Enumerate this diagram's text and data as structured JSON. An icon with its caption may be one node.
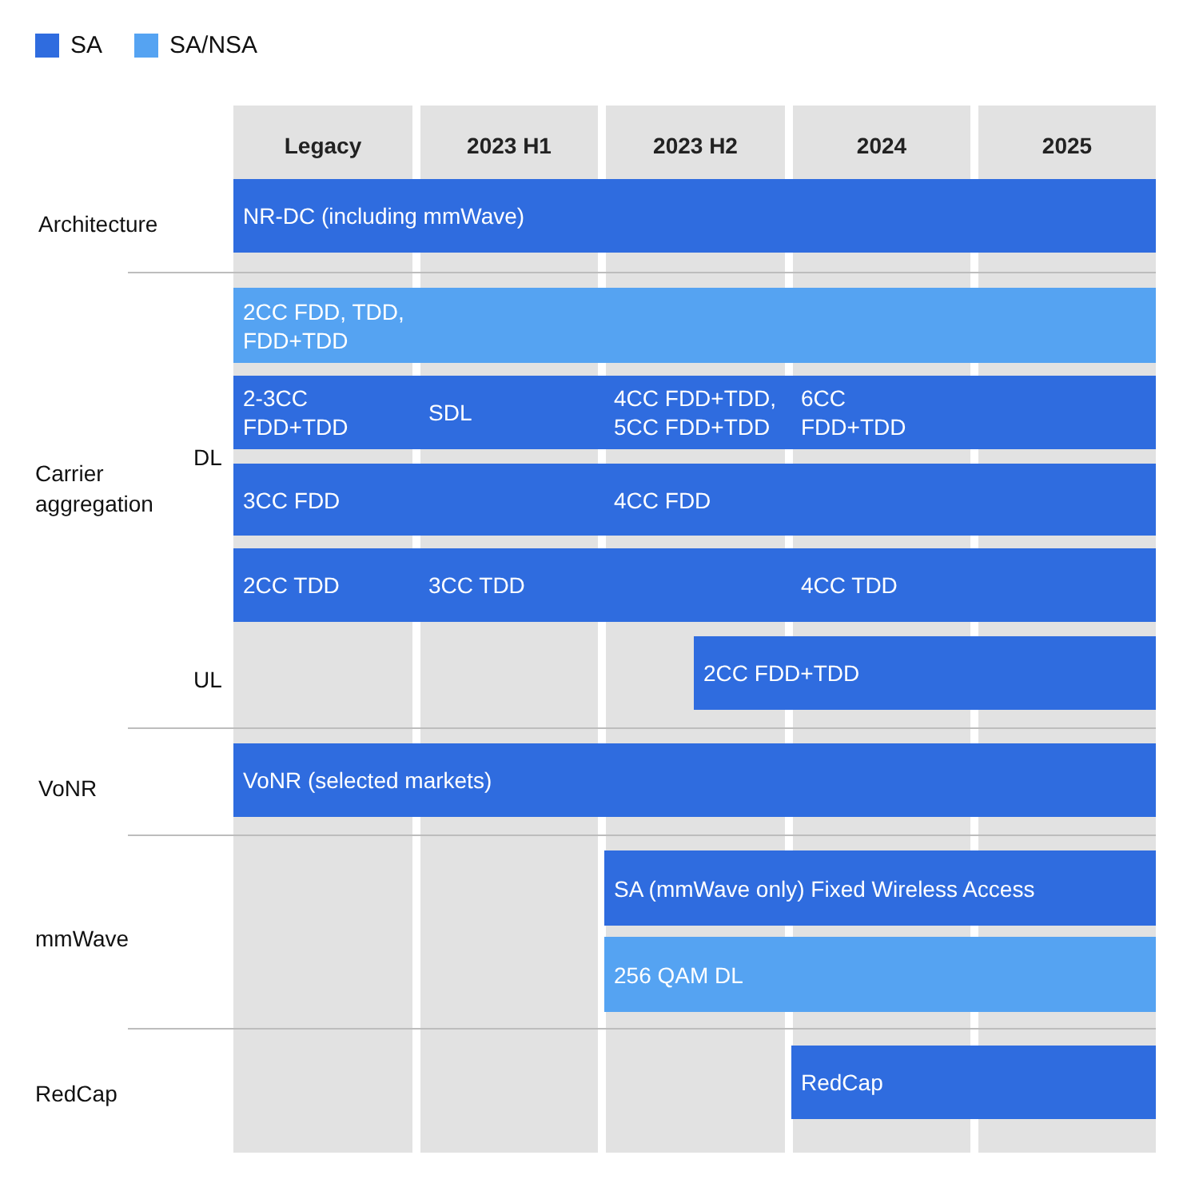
{
  "diagram": {
    "nodes": [
      {
        "text": [
          "NR-DC (including mmWave)"
        ]
      },
      {
        "text": [
          "2CC FDD, TDD, FDD+TDD"
        ]
      },
      {
        "text": [
          "2-3CC FDD+TDD"
        ]
      },
      {
        "text": [
          "SDL"
        ]
      },
      {
        "text": [
          "4CC FDD+TDD, 5CC FDD+TDD"
        ]
      },
      {
        "text": [
          "6CC FDD+TDD"
        ]
      },
      {
        "text": [
          "3CC FDD"
        ]
      },
      {
        "text": [
          "4CC FDD"
        ]
      },
      {
        "text": [
          "2CC TDD"
        ]
      },
      {
        "text": [
          "3CC TDD"
        ]
      },
      {
        "text": [
          "4CC TDD"
        ]
      },
      {
        "text": [
          "2CC FDD+TDD"
        ]
      },
      {
        "text": [
          "VoNR (selected markets)"
        ]
      },
      {
        "text": [
          "SA (mmWave only) Fixed Wireless Access"
        ]
      },
      {
        "text": [
          "256 QAM DL"
        ]
      },
      {
        "text": [
          "RedCap"
        ]
      }
    ],
    "labels": [
      "Legacy",
      "2023 H1",
      "2023 H2",
      "2024",
      "2025",
      "Architecture",
      "DL",
      "Carrier aggregation",
      "UL",
      "VoNR",
      "mmWave",
      "RedCap"
    ],
    "legend": [
      {
        "text": "SA",
        "color": "#2f6cdf"
      },
      {
        "text": "SA/NSA",
        "color": "#55a3f2"
      }
    ]
  }
}
